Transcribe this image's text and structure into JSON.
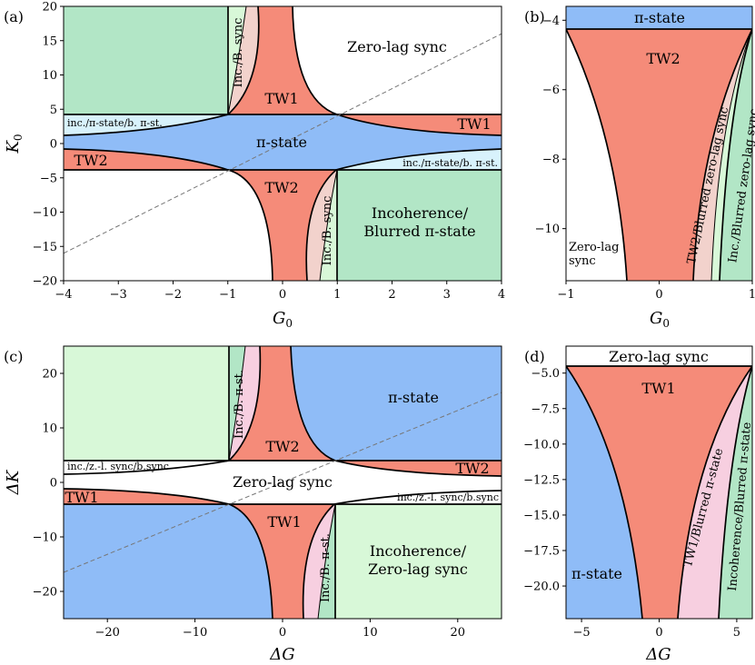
{
  "chart_data": [
    {
      "type": "area",
      "panel_label": "(a)",
      "xlabel": "G_0",
      "ylabel": "K_0",
      "xlim": [
        -4,
        4
      ],
      "ylim": [
        -20,
        20
      ],
      "x_ticks": [
        -4,
        -3,
        -2,
        -1,
        0,
        1,
        2,
        3,
        4
      ],
      "y_ticks": [
        -20,
        -15,
        -10,
        -5,
        0,
        5,
        10,
        15,
        20
      ],
      "region_labels": [
        "Zero-lag sync",
        "Inc./B. sync",
        "TW1",
        "inc./π-state/b. π-st.",
        "TW1",
        "π-state",
        "TW2",
        "inc./π-state/b. π-st.",
        "TW2",
        "Inc./B. sync",
        "Incoherence/",
        "Blurred π-state"
      ],
      "dashed_line": {
        "x": [
          -4,
          4
        ],
        "y": [
          -16,
          16
        ]
      },
      "colors": {
        "sync_white": "#ffffff",
        "green": "#b2e6c6",
        "light_green": "#d8f8d8",
        "salmon": "#f58b79",
        "light_pink": "#f2d2cc",
        "blue": "#8fbcf7",
        "light_cyan": "#d8f2fc"
      }
    },
    {
      "type": "area",
      "panel_label": "(b)",
      "xlabel": "G_0",
      "xlim": [
        -1,
        1
      ],
      "ylim": [
        -11.5,
        -3.6
      ],
      "x_ticks": [
        -1,
        0,
        1
      ],
      "y_ticks": [
        -10,
        -8,
        -6,
        -4
      ],
      "region_labels": [
        "π-state",
        "TW2",
        "Zero-lag",
        "sync",
        "TW2/Blurred zero-lag sync",
        "Inc./Blurred zero-lag sync"
      ]
    },
    {
      "type": "area",
      "panel_label": "(c)",
      "xlabel": "ΔG",
      "ylabel": "ΔK",
      "xlim": [
        -25,
        25
      ],
      "ylim": [
        -25,
        25
      ],
      "x_ticks": [
        -20,
        -10,
        0,
        10,
        20
      ],
      "y_ticks": [
        -20,
        -10,
        0,
        10,
        20
      ],
      "region_labels": [
        "π-state",
        "Inc./B. π-st.",
        "TW2",
        "inc./z.-l. sync/b.sync",
        "TW2",
        "Zero-lag sync",
        "TW1",
        "inc./z.-l. sync/b.sync",
        "TW1",
        "Inc./B. π-st.",
        "Incoherence/",
        "Zero-lag sync"
      ],
      "dashed_line": {
        "x": [
          -25,
          25
        ],
        "y": [
          -16.5,
          16.5
        ]
      }
    },
    {
      "type": "area",
      "panel_label": "(d)",
      "xlabel": "ΔG",
      "xlim": [
        -6,
        6
      ],
      "ylim": [
        -22.3,
        -3.1
      ],
      "x_ticks": [
        -5,
        0,
        5
      ],
      "y_ticks": [
        -20.0,
        -17.5,
        -15.0,
        -12.5,
        -10.0,
        -7.5,
        -5.0
      ],
      "y_tick_labels": [
        "−20.0",
        "−17.5",
        "−15.0",
        "−12.5",
        "−10.0",
        "−7.5",
        "−5.0"
      ],
      "region_labels": [
        "Zero-lag sync",
        "TW1",
        "π-state",
        "TW1/Blurred π-state",
        "Incoherence/Blurred π-state"
      ]
    }
  ]
}
